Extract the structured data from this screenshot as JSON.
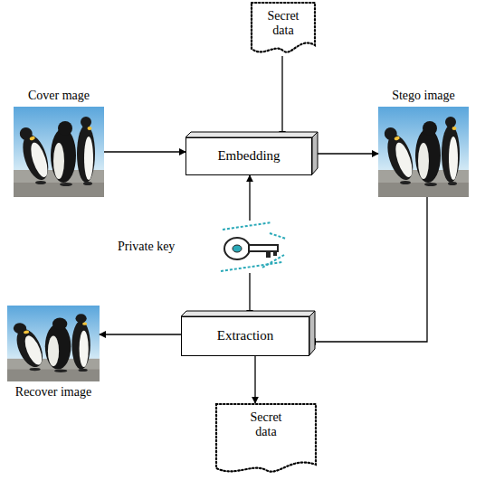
{
  "diagram": {
    "nodes": [
      {
        "text": [
          "Secret data"
        ]
      },
      {
        "text": [
          "Cover mage"
        ]
      },
      {
        "text": [
          "Embedding"
        ]
      },
      {
        "text": [
          "Stego image"
        ]
      },
      {
        "text": [
          "Private key"
        ]
      },
      {
        "text": [
          "Extraction"
        ]
      },
      {
        "text": [
          "Recover image"
        ]
      },
      {
        "text": [
          "Secret data"
        ]
      }
    ],
    "edges": [
      {
        "from": 0,
        "to": 2,
        "arrow": "to"
      },
      {
        "from": 1,
        "to": 2,
        "arrow": "to"
      },
      {
        "from": 2,
        "to": 3,
        "arrow": "to"
      },
      {
        "from": 4,
        "to": 2,
        "arrow": "to"
      },
      {
        "from": 4,
        "to": 5,
        "arrow": "to"
      },
      {
        "from": 3,
        "to": 5,
        "arrow": "to"
      },
      {
        "from": 5,
        "to": 6,
        "arrow": "to"
      },
      {
        "from": 5,
        "to": 7,
        "arrow": "to"
      }
    ]
  }
}
